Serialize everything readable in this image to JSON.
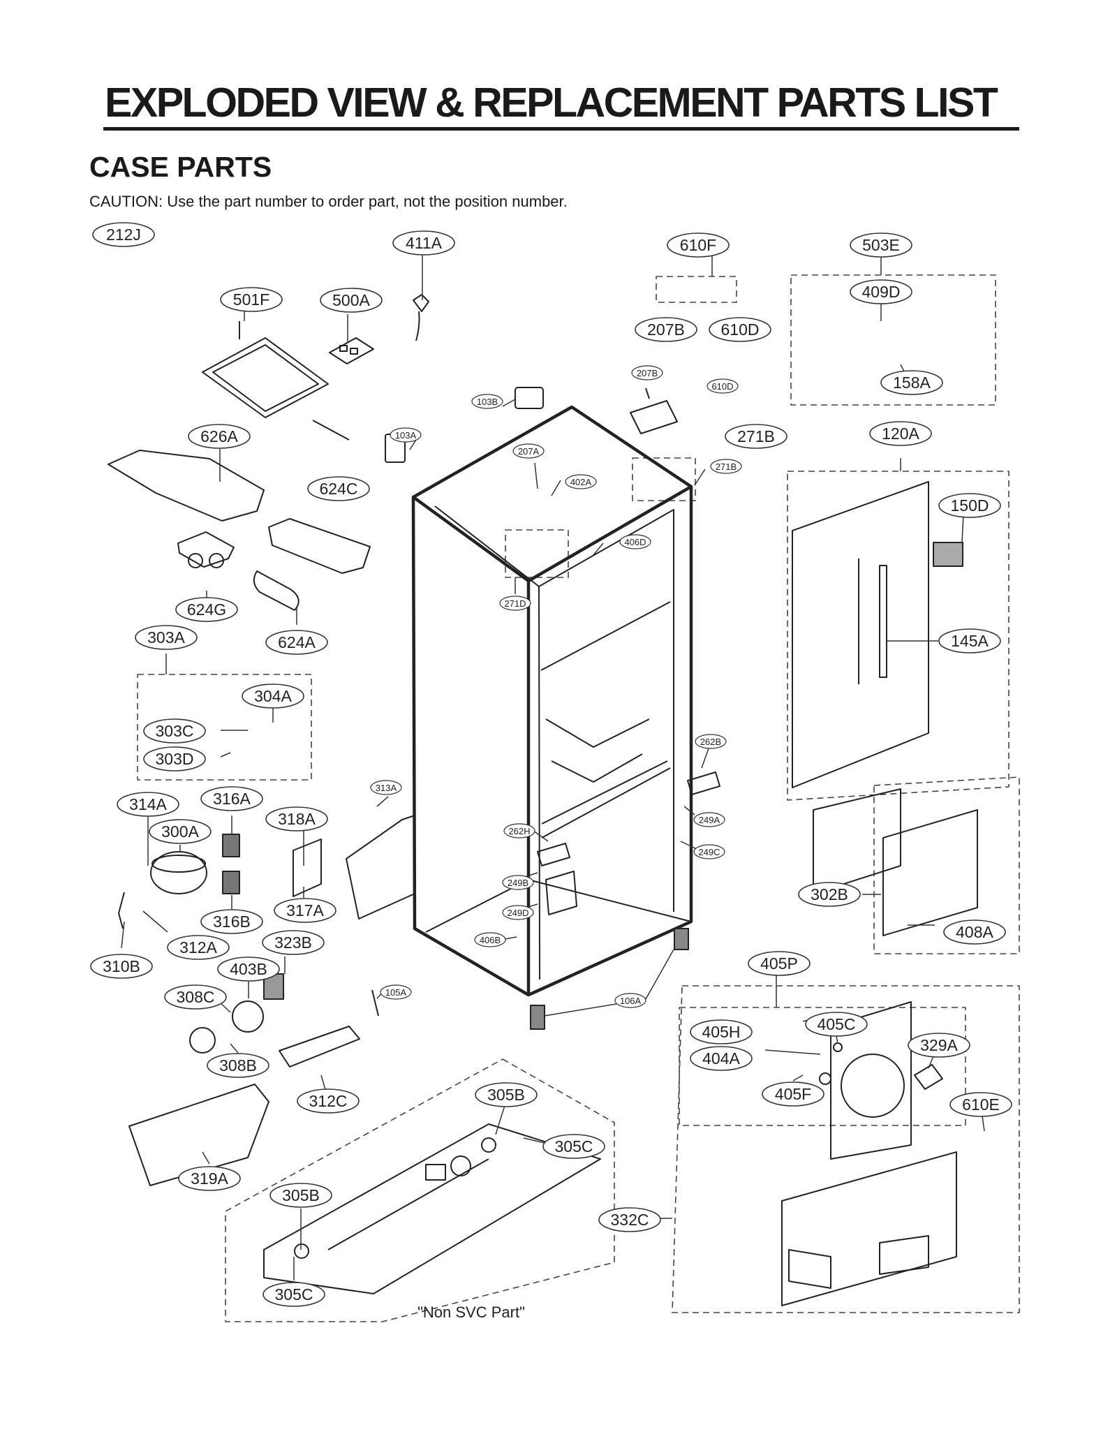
{
  "header": {
    "title": "EXPLODED VIEW & REPLACEMENT PARTS LIST",
    "section": "CASE PARTS",
    "caution": "CAUTION: Use the part number to order part, not the position number."
  },
  "diagram": {
    "note": "\"Non SVC Part\"",
    "callouts_large": [
      "212J",
      "411A",
      "610F",
      "503E",
      "501F",
      "500A",
      "409D",
      "207B",
      "610D",
      "158A",
      "626A",
      "271B",
      "120A",
      "624C",
      "150D",
      "624G",
      "303A",
      "624A",
      "145A",
      "304A",
      "303C",
      "303D",
      "314A",
      "316A",
      "300A",
      "318A",
      "302B",
      "316B",
      "317A",
      "408A",
      "312A",
      "323B",
      "310B",
      "403B",
      "405P",
      "308C",
      "405C",
      "405H",
      "329A",
      "404A",
      "308B",
      "405F",
      "312C",
      "610E",
      "305B",
      "305C",
      "319A",
      "305B",
      "332C",
      "305C"
    ],
    "callouts_small": [
      "207B",
      "610D",
      "103B",
      "103A",
      "207A",
      "402A",
      "271B",
      "406D",
      "271D",
      "262B",
      "313A",
      "249A",
      "262H",
      "249C",
      "249B",
      "249D",
      "406B",
      "105A",
      "106A"
    ]
  }
}
